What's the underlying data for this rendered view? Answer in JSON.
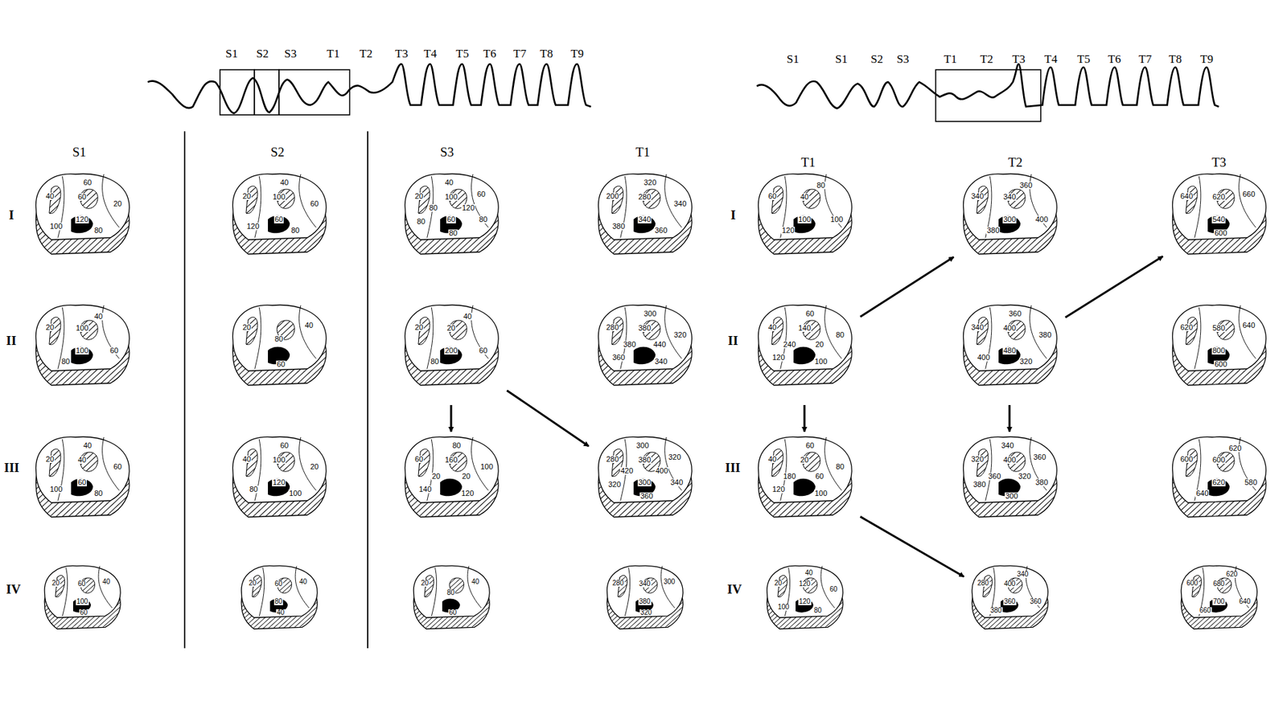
{
  "diagram": {
    "nodes": [
      {
        "text": [
          "40",
          "60",
          "20",
          "80",
          "100",
          "60",
          "120"
        ]
      },
      {
        "text": [
          "20",
          "40",
          "60",
          "80",
          "100",
          "100"
        ]
      },
      {
        "text": [
          "20",
          "40",
          "60",
          "80",
          "100",
          "40",
          "60"
        ]
      },
      {
        "text": [
          "20",
          "40",
          "60",
          "60",
          "100"
        ]
      },
      {
        "text": [
          "20",
          "40",
          "60",
          "80",
          "120",
          "100",
          "60"
        ]
      },
      {
        "text": [
          "20",
          "40",
          "60",
          "80"
        ]
      },
      {
        "text": [
          "40",
          "60",
          "20",
          "100",
          "80",
          "100",
          "120"
        ]
      },
      {
        "text": [
          "20",
          "40",
          "40",
          "60",
          "80"
        ]
      },
      {
        "text": [
          "20",
          "40",
          "60",
          "80",
          "80",
          "80",
          "100",
          "120",
          "60",
          "80"
        ]
      },
      {
        "text": [
          "20",
          "40",
          "60",
          "80",
          "20",
          "200"
        ]
      },
      {
        "text": [
          "60",
          "80",
          "100",
          "120",
          "140",
          "160",
          "20",
          "20"
        ]
      },
      {
        "text": [
          "20",
          "40",
          "60",
          "80"
        ]
      },
      {
        "text": [
          "200",
          "320",
          "340",
          "360",
          "380",
          "280",
          "340"
        ]
      },
      {
        "text": [
          "280",
          "300",
          "320",
          "340",
          "360",
          "380",
          "440",
          "380"
        ]
      },
      {
        "text": [
          "280",
          "300",
          "320",
          "340",
          "360",
          "320",
          "380",
          "400",
          "300",
          "420"
        ]
      },
      {
        "text": [
          "280",
          "300",
          "320",
          "340",
          "380"
        ]
      },
      {
        "text": [
          "60",
          "80",
          "100",
          "120",
          "40",
          "100"
        ]
      },
      {
        "text": [
          "40",
          "60",
          "80",
          "100",
          "120",
          "140",
          "20",
          "240"
        ]
      },
      {
        "text": [
          "40",
          "60",
          "80",
          "100",
          "120",
          "20",
          "60",
          "180"
        ]
      },
      {
        "text": [
          "20",
          "40",
          "60",
          "80",
          "100",
          "120",
          "120"
        ]
      },
      {
        "text": [
          "340",
          "360",
          "400",
          "380",
          "340",
          "300"
        ]
      },
      {
        "text": [
          "340",
          "360",
          "380",
          "320",
          "400",
          "400",
          "480"
        ]
      },
      {
        "text": [
          "320",
          "340",
          "360",
          "380",
          "300",
          "380",
          "400",
          "320",
          "360"
        ]
      },
      {
        "text": [
          "280",
          "340",
          "360",
          "380",
          "400",
          "360"
        ]
      },
      {
        "text": [
          "640",
          "660",
          "600",
          "620",
          "540"
        ]
      },
      {
        "text": [
          "620",
          "640",
          "600",
          "580",
          "800"
        ]
      },
      {
        "text": [
          "600",
          "620",
          "580",
          "640",
          "600",
          "620"
        ]
      },
      {
        "text": [
          "600",
          "620",
          "640",
          "660",
          "680",
          "700"
        ]
      }
    ],
    "edges": [
      {
        "from": 9,
        "to": 14,
        "arrow": "to"
      },
      {
        "from": 9,
        "to": 10,
        "arrow": "to"
      },
      {
        "from": 17,
        "to": 20,
        "arrow": "to"
      },
      {
        "from": 21,
        "to": 24,
        "arrow": "to"
      },
      {
        "from": 17,
        "to": 18,
        "arrow": "to"
      },
      {
        "from": 21,
        "to": 22,
        "arrow": "to"
      },
      {
        "from": 18,
        "to": 23,
        "arrow": "to"
      }
    ],
    "labels": [
      "S1",
      "S2",
      "S3",
      "T1",
      "T2",
      "T3",
      "T4",
      "T5",
      "T6",
      "T7",
      "T8",
      "T9",
      "S1",
      "S1",
      "S2",
      "S3",
      "T1",
      "T2",
      "T3",
      "T4",
      "T5",
      "T6",
      "T7",
      "T8",
      "T9",
      "S1",
      "S2",
      "S3",
      "T1",
      "T1",
      "T2",
      "T3",
      "I",
      "II",
      "III",
      "IV",
      "I",
      "II",
      "III",
      "IV"
    ]
  }
}
